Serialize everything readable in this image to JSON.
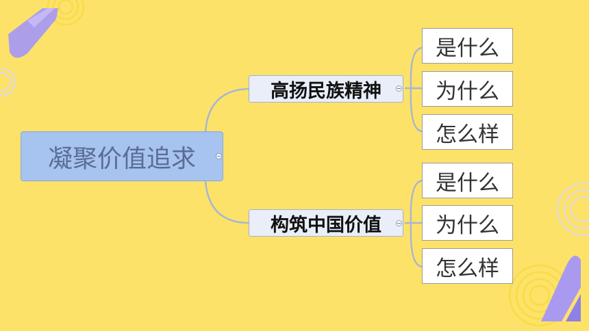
{
  "root": {
    "label": "凝聚价值追求"
  },
  "branches": [
    {
      "label": "高扬民族精神",
      "children": [
        "是什么",
        "为什么",
        "怎么样"
      ]
    },
    {
      "label": "构筑中国价值",
      "children": [
        "是什么",
        "为什么",
        "怎么样"
      ]
    }
  ],
  "colors": {
    "frame": "#fde26a",
    "background": "#fdf7e3",
    "root_fill": "#a7c3ef",
    "connector": "#a9b6d0",
    "decor_purple": "#a99af0",
    "decor_yellow_ring": "#f8dc4a"
  }
}
